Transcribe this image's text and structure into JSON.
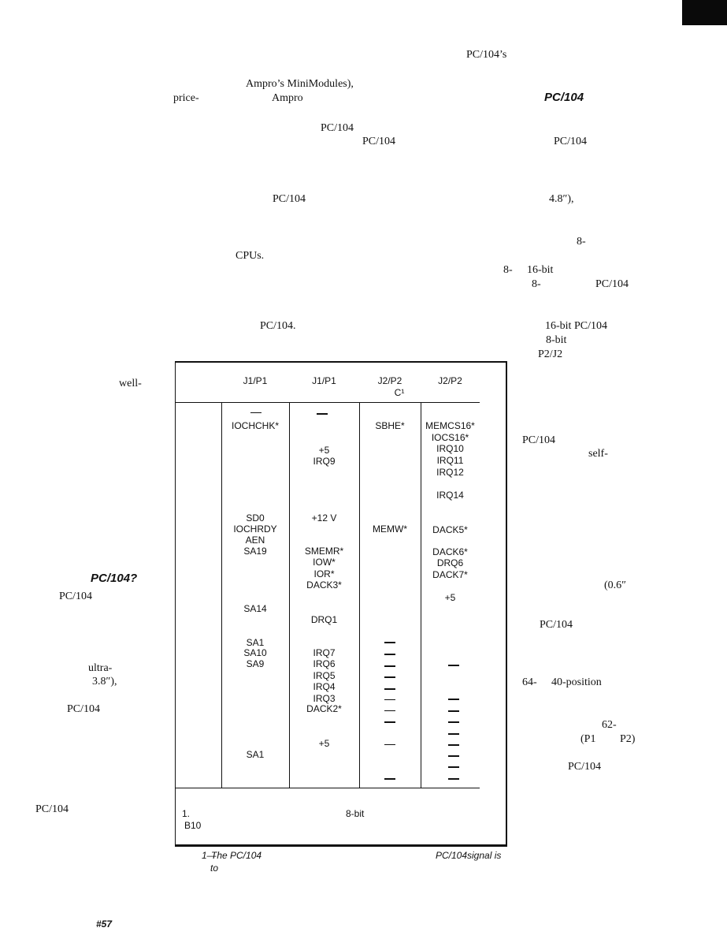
{
  "text_fragments": [
    "PC/104’s",
    "Ampro’s MiniModules),",
    "price-",
    "Ampro",
    "PC/104",
    "PC/104",
    "PC/104",
    "PC/104",
    "PC/104",
    "4.8″),",
    "8-",
    "CPUs.",
    "8-",
    "16-bit",
    "8-",
    "PC/104",
    "PC/104.",
    "16-bit PC/104",
    "8-bit",
    "P2/J2",
    "well-",
    "PC/104",
    "self-",
    "PC/104?",
    "PC/104",
    "(0.6″",
    "PC/104",
    "ultra-",
    "3.8″),",
    "64-",
    "40-position",
    "PC/104",
    "62-",
    "(P1",
    "P2)",
    "PC/104",
    "PC/104",
    "#57"
  ],
  "table": {
    "headers": [
      {
        "line1": "J1/P1",
        "line2": ""
      },
      {
        "line1": "J1/P1",
        "line2": ""
      },
      {
        "line1": "J2/P2",
        "line2": "C¹"
      },
      {
        "line1": "J2/P2",
        "line2": ""
      }
    ],
    "col1": [
      "IOCHCHK*",
      "SD0",
      "IOCHRDY",
      "AEN",
      "SA19",
      "SA14",
      "SA1",
      "SA10",
      "SA9",
      "SA1"
    ],
    "col2": [
      "+5",
      "IRQ9",
      "+12 V",
      "SMEMR*",
      "IOW*",
      "IOR*",
      "DACK3*",
      "DRQ1",
      "IRQ7",
      "IRQ6",
      "IRQ5",
      "IRQ4",
      "IRQ3",
      "DACK2*",
      "+5"
    ],
    "col3": [
      "SBHE*",
      "MEMW*"
    ],
    "col4": [
      "MEMCS16*",
      "IOCS16*",
      "IRQ10",
      "IRQ11",
      "IRQ12",
      "IRQ14",
      "DACK5*",
      "DACK6*",
      "DRQ6",
      "DACK7*",
      "+5"
    ],
    "footnote": [
      "1.",
      "8-bit",
      "B10"
    ]
  },
  "caption": [
    "1—",
    "The PC/104",
    "to",
    "PC/104",
    "signal is"
  ]
}
